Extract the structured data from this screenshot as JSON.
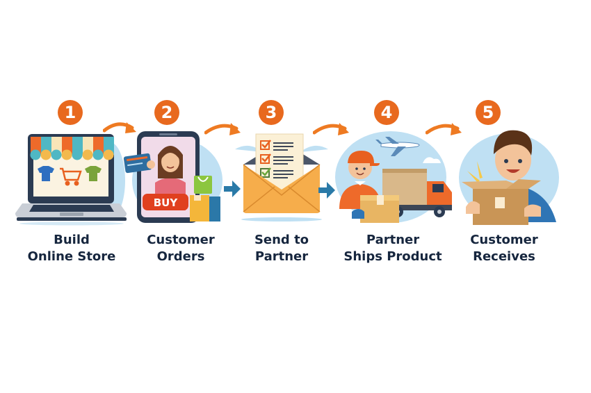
{
  "diagram": {
    "type": "process-flow",
    "colors": {
      "badge": "#e8691e",
      "label_text": "#16263e",
      "curved_arrow": "#ee7a22",
      "straight_arrow": "#2a7aa8",
      "circle_bg": "#bfe0f3"
    },
    "steps": [
      {
        "number": "1",
        "line1": "Build",
        "line2": "Online Store",
        "icon": "laptop-storefront-icon"
      },
      {
        "number": "2",
        "line1": "Customer",
        "line2": "Orders",
        "icon": "phone-shopper-buy-icon"
      },
      {
        "number": "3",
        "line1": "Send to",
        "line2": "Partner",
        "icon": "envelope-checklist-icon"
      },
      {
        "number": "4",
        "line1": "Partner",
        "line2": "Ships Product",
        "icon": "courier-truck-plane-icon"
      },
      {
        "number": "5",
        "line1": "Customer",
        "line2": "Receives",
        "icon": "customer-opening-box-icon"
      }
    ],
    "connectors": [
      {
        "from": "1",
        "to": "2",
        "style": "curved-orange-arrow"
      },
      {
        "from": "2",
        "to": "3",
        "style": "curved-orange-arrow"
      },
      {
        "from": "2",
        "to": "3",
        "style": "straight-blue-arrow"
      },
      {
        "from": "3",
        "to": "4",
        "style": "curved-orange-arrow"
      },
      {
        "from": "3",
        "to": "4",
        "style": "straight-blue-arrow"
      },
      {
        "from": "4",
        "to": "5",
        "style": "curved-orange-arrow"
      }
    ],
    "buy_button_label": "BUY"
  }
}
